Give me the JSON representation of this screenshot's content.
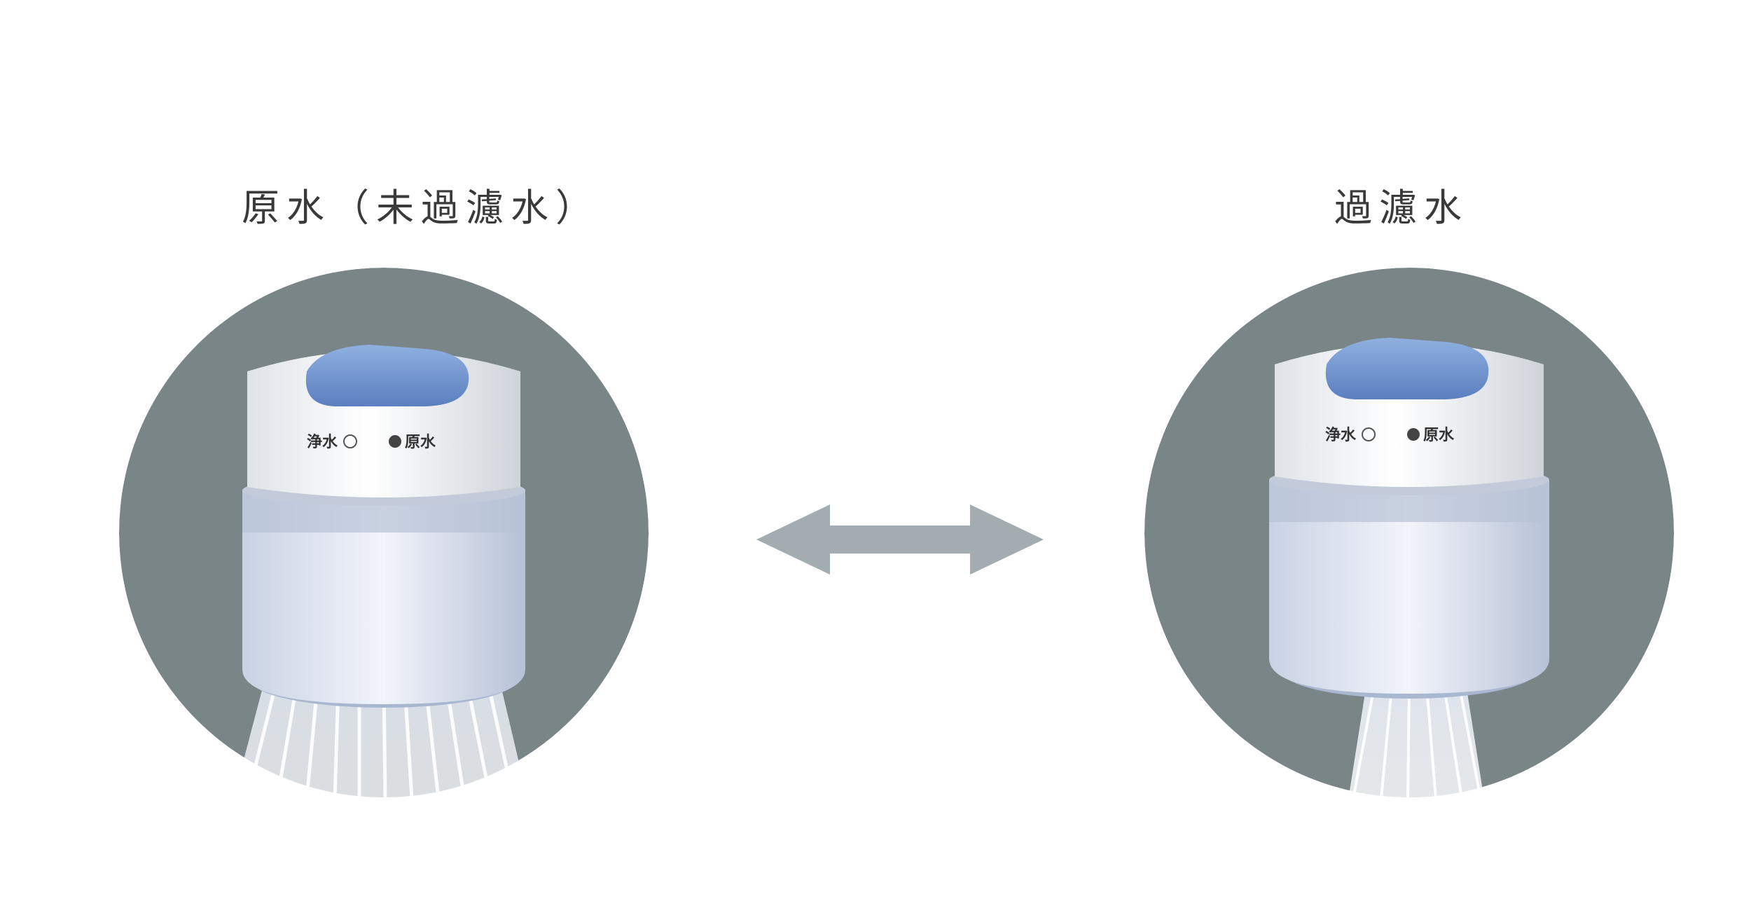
{
  "titles": {
    "left": "原水（未過濾水）",
    "right": "過濾水"
  },
  "faucet_labels": {
    "left": {
      "purified": "浄水",
      "raw": "原水"
    },
    "right": {
      "purified": "浄水",
      "raw": "原水"
    }
  },
  "icons": {
    "swap": "double-arrow-icon"
  },
  "colors": {
    "circle_background": "#7a8588",
    "arrow": "#a3acb1",
    "lever": "#6e93cf",
    "title_text": "#3a3a3a"
  }
}
